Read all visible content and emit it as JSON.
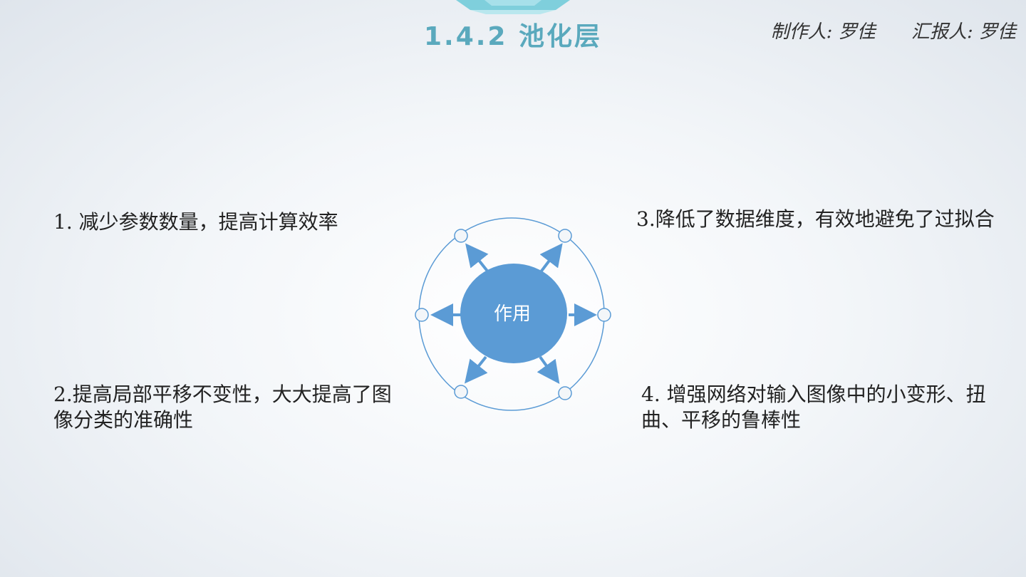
{
  "header": {
    "title": "1.4.2 池化层",
    "author_label": "制作人: 罗佳",
    "reporter_label": "汇报人: 罗佳"
  },
  "diagram": {
    "center_label": "作用",
    "items": [
      "1. 减少参数数量，提高计算效率",
      "2.提高局部平移不变性，大大提高了图像分类的准确性",
      "3.降低了数据维度，有效地避免了过拟合",
      "4. 增强网络对输入图像中的小变形、扭曲、平移的鲁棒性"
    ]
  },
  "colors": {
    "accent": "#5aa9bd",
    "node_fill": "#5b9bd5",
    "ring_stroke": "#5b9bd5",
    "ribbon": "#8fd3e0"
  }
}
